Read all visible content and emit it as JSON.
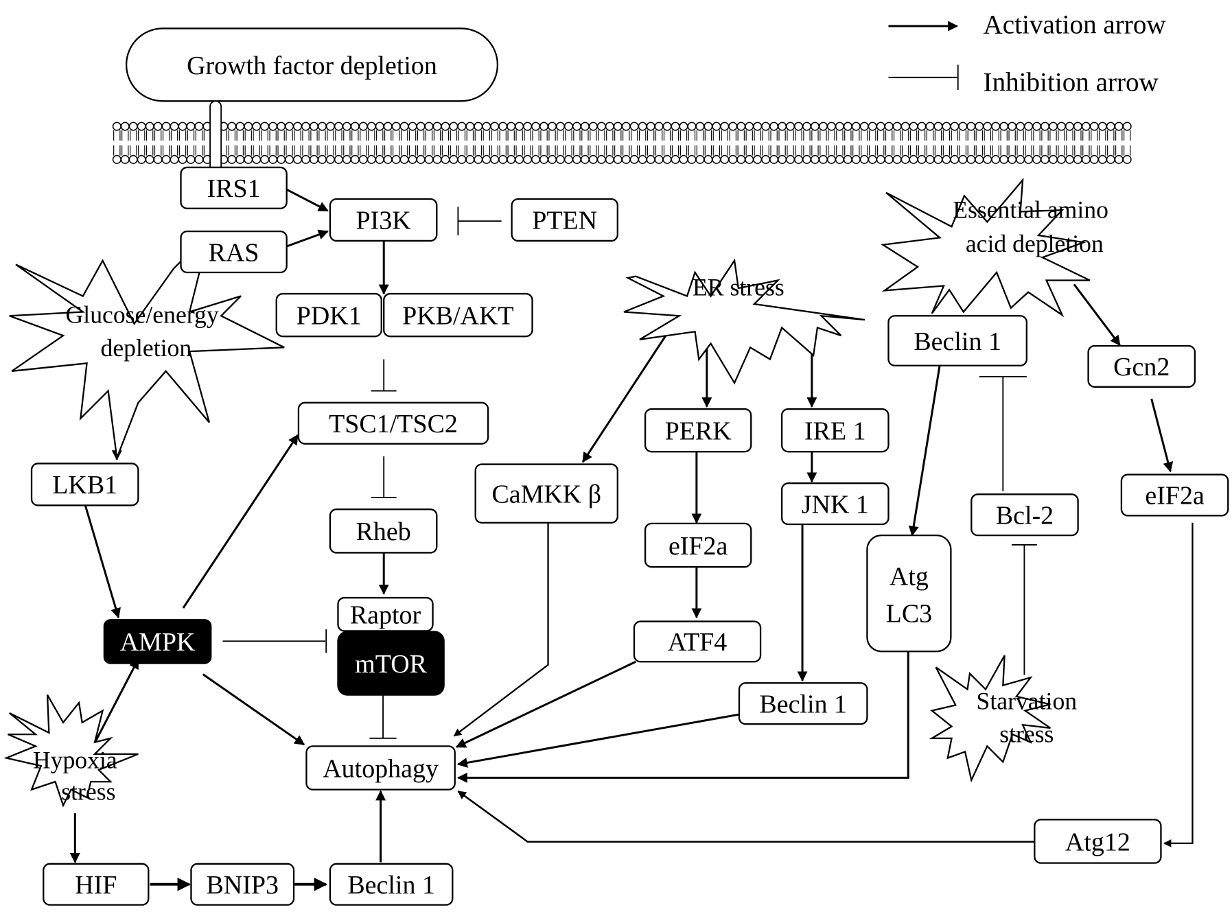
{
  "legend": {
    "activation_label": "Activation arrow",
    "inhibition_label": "Inhibition arrow"
  },
  "stimuli": {
    "growth_factor": "Growth factor depletion",
    "glucose": [
      "Glucose/energy",
      "depletion"
    ],
    "er_stress": [
      "ER stress"
    ],
    "amino_acid": [
      "Essential amino",
      "acid depletion"
    ],
    "hypoxia": [
      "Hypoxia",
      "stress"
    ],
    "starvation": [
      "Starvation",
      "stress"
    ]
  },
  "nodes": {
    "irs1": "IRS1",
    "ras": "RAS",
    "pi3k": "PI3K",
    "pten": "PTEN",
    "pdk1": "PDK1",
    "pkb_akt": "PKB/AKT",
    "tsc": "TSC1/TSC2",
    "rheb": "Rheb",
    "raptor": "Raptor",
    "mtor": "mTOR",
    "lkb1": "LKB1",
    "ampk": "AMPK",
    "camkk": "CaMKK β",
    "perk": "PERK",
    "eif2a_er": "eIF2a",
    "atf4": "ATF4",
    "ire1": "IRE 1",
    "jnk1": "JNK 1",
    "beclin1_er": "Beclin 1",
    "beclin1_top": "Beclin 1",
    "atg_lc3": [
      "Atg",
      "LC3"
    ],
    "bcl2": "Bcl-2",
    "gcn2": "Gcn2",
    "eif2a_aa": "eIF2a",
    "atg12": "Atg12",
    "autophagy": "Autophagy",
    "hif": "HIF",
    "bnip3": "BNIP3",
    "beclin1_hif": "Beclin 1"
  }
}
